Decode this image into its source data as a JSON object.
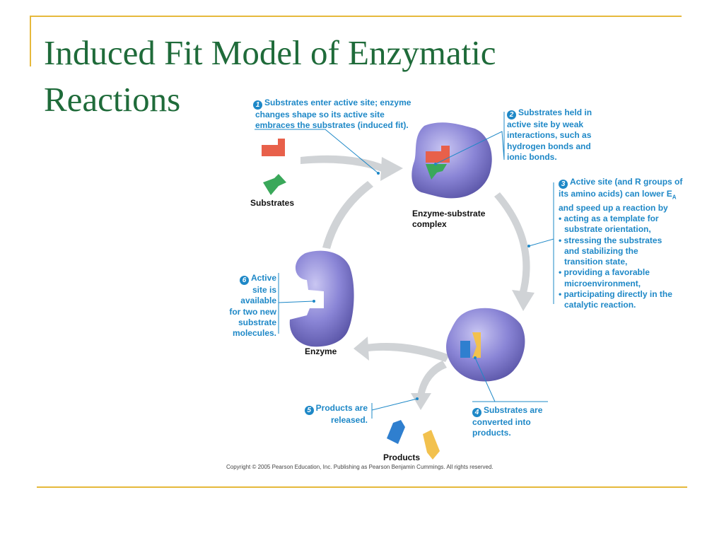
{
  "title": {
    "line1": "Induced Fit Model of Enzymatic",
    "line2": "Reactions"
  },
  "steps": {
    "s1": {
      "number": "1",
      "lines": [
        "Substrates enter active site; enzyme",
        "changes shape so its active site",
        "embraces the substrates (induced fit)."
      ]
    },
    "s2": {
      "number": "2",
      "lines": [
        "Substrates held in",
        "active site by weak",
        "interactions, such as",
        "hydrogen bonds and",
        "ionic bonds."
      ]
    },
    "s3": {
      "number": "3",
      "head": [
        "Active site (and R groups of",
        "its amino acids) can lower E",
        "and speed up a reaction by"
      ],
      "sub": "A",
      "bullets": [
        "• acting as a template for",
        "  substrate orientation,",
        "• stressing the substrates",
        "  and stabilizing the",
        "  transition state,",
        "• providing a favorable",
        "  microenvironment,",
        "• participating directly in the",
        "  catalytic reaction."
      ]
    },
    "s4": {
      "number": "4",
      "lines": [
        "Substrates are",
        "converted into",
        "products."
      ]
    },
    "s5": {
      "number": "5",
      "lines": [
        "Products are",
        "released."
      ]
    },
    "s6": {
      "number": "6",
      "lines": [
        "Active",
        "site is",
        "available",
        "for two new",
        "substrate",
        "molecules."
      ]
    }
  },
  "labels": {
    "substrates": "Substrates",
    "complex_l1": "Enzyme-substrate",
    "complex_l2": "complex",
    "enzyme": "Enzyme",
    "products": "Products"
  },
  "copyright": "Copyright © 2005 Pearson Education, Inc. Publishing as Pearson Benjamin Cummings. All rights reserved.",
  "colors": {
    "title": "#1f6b3a",
    "rule": "#e6b93c",
    "callout": "#1e88c7",
    "enzyme": "#8a85d6",
    "substrate_red": "#e8604a",
    "substrate_green": "#3aa85a",
    "product_blue": "#2f7fcf",
    "product_yellow": "#f2c14e",
    "arrow": "#d0d3d6"
  }
}
